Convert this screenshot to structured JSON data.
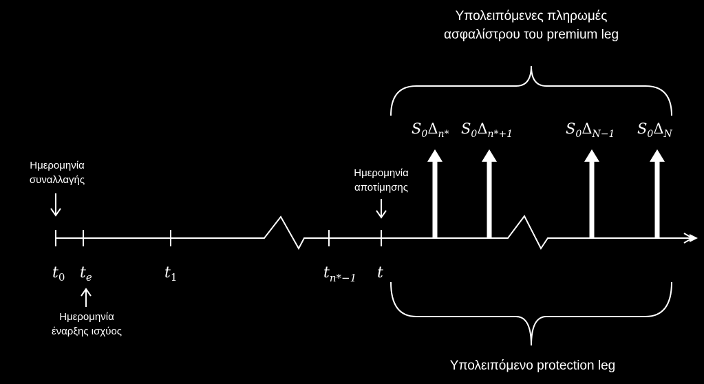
{
  "top_label": {
    "line1": "Υπολειπόμενες  πληρωμές",
    "line2": "ασφαλίστρου του premium leg"
  },
  "bottom_label": "Υπολειπόμενο protection leg",
  "trade_date_label": {
    "line1": "Ημερομηνία",
    "line2": "συναλλαγής"
  },
  "effective_date_label": {
    "line1": "Ημερομηνία",
    "line2": "έναρξης ισχύος"
  },
  "valuation_date_label": {
    "line1": "Ημερομηνία",
    "line2": "αποτίμησης"
  },
  "ticks": {
    "t0": {
      "base": "t",
      "sub": "0"
    },
    "te": {
      "base": "t",
      "sub": "e"
    },
    "t1": {
      "base": "t",
      "sub": "1"
    },
    "tn1": {
      "base": "t",
      "sub": "n*−1"
    },
    "t": {
      "base": "t"
    }
  },
  "payments": [
    {
      "base": "S",
      "sub0": "0",
      "delta": "Δ",
      "sub": "n*"
    },
    {
      "base": "S",
      "sub0": "0",
      "delta": "Δ",
      "sub": "n*+1"
    },
    {
      "base": "S",
      "sub0": "0",
      "delta": "Δ",
      "sub": "N−1"
    },
    {
      "base": "S",
      "sub0": "0",
      "delta": "Δ",
      "sub": "N"
    }
  ]
}
